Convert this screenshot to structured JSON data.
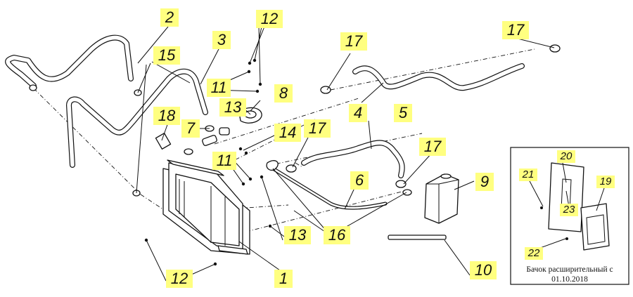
{
  "callouts": {
    "c1": "1",
    "c2": "2",
    "c3": "3",
    "c4": "4",
    "c5": "5",
    "c6": "6",
    "c7": "7",
    "c8": "8",
    "c9": "9",
    "c10": "10",
    "c11a": "11",
    "c11b": "11",
    "c12a": "12",
    "c12b": "12",
    "c13a": "13",
    "c13b": "13",
    "c14": "14",
    "c15": "15",
    "c16": "16",
    "c17a": "17",
    "c17b": "17",
    "c17c": "17",
    "c17d": "17",
    "c18": "18"
  },
  "inset": {
    "c19": "19",
    "c20": "20",
    "c21": "21",
    "c22": "22",
    "c23": "23",
    "caption": "Бачок расширительный с 01.10.2018"
  }
}
